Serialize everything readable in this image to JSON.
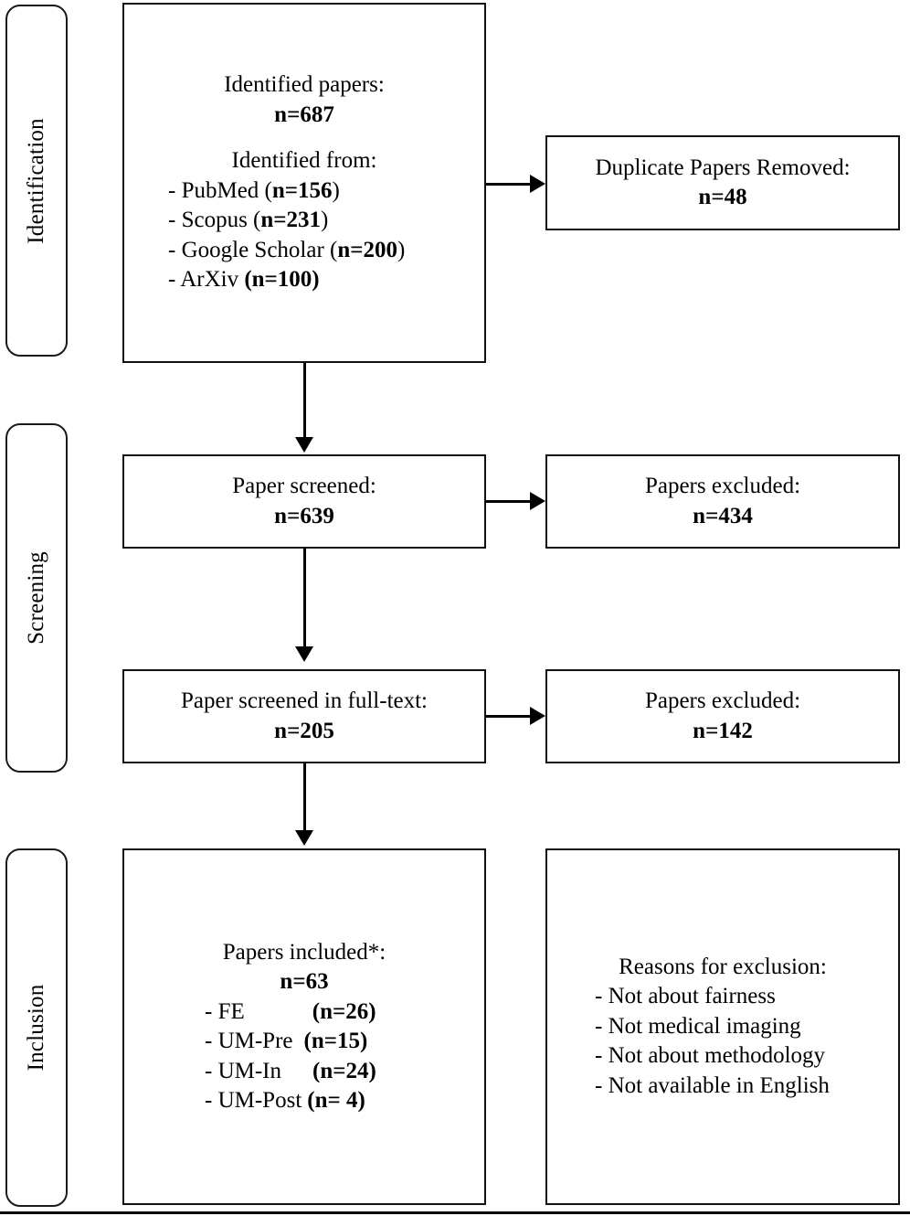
{
  "diagram": {
    "title": "PRISMA study selection flow diagram",
    "stages": [
      {
        "id": "identification",
        "label": "Identification"
      },
      {
        "id": "screening",
        "label": "Screening"
      },
      {
        "id": "inclusion",
        "label": "Inclusion"
      }
    ],
    "boxes": {
      "identified": {
        "name": "identified-papers-box",
        "heading": "Identified papers:",
        "count": "n=687",
        "sources_heading": "Identified from:",
        "sources": [
          {
            "label": "- PubMed (",
            "count": "n=156",
            "tail": ")"
          },
          {
            "label": "- Scopus (",
            "count": "n=231",
            "tail": ")"
          },
          {
            "label": "- Google Scholar (",
            "count": "n=200",
            "tail": ")"
          },
          {
            "label": "- ArXiv ",
            "count": "(n=100)",
            "tail": ""
          }
        ]
      },
      "duplicates": {
        "name": "duplicate-papers-removed-box",
        "heading": "Duplicate Papers Removed:",
        "count": "n=48"
      },
      "screened": {
        "name": "papers-screened-box",
        "heading": "Paper screened:",
        "count": "n=639"
      },
      "excluded_screened": {
        "name": "papers-excluded-screening-box",
        "heading": "Papers excluded:",
        "count": "n=434"
      },
      "fulltext": {
        "name": "papers-screened-fulltext-box",
        "heading": "Paper screened in full-text:",
        "count": "n=205"
      },
      "excluded_fulltext": {
        "name": "papers-excluded-fulltext-box",
        "heading": "Papers excluded:",
        "count": "n=142"
      },
      "included": {
        "name": "papers-included-box",
        "heading": "Papers included*:",
        "count": "n=63",
        "breakdown": [
          {
            "label": "- FE",
            "count": "(n=26)"
          },
          {
            "label": "- UM-Pre",
            "count": "(n=15)"
          },
          {
            "label": "- UM-In",
            "count": "(n=24)"
          },
          {
            "label": "- UM-Post",
            "count": "(n= 4)"
          }
        ]
      },
      "reasons": {
        "name": "reasons-for-exclusion-box",
        "heading": "Reasons for exclusion:",
        "items": [
          "- Not about fairness",
          "- Not medical imaging",
          "- Not about methodology",
          "- Not available in English"
        ]
      }
    },
    "colors": {
      "stroke": "#000000",
      "rail_stroke": "#1a1a1a",
      "background": "#ffffff"
    }
  },
  "chart_data": {
    "type": "diagram",
    "title": "PRISMA flow diagram of paper selection",
    "nodes": [
      {
        "id": "identified",
        "stage": "Identification",
        "label": "Identified papers",
        "value": 687
      },
      {
        "id": "pubmed",
        "stage": "Identification",
        "label": "PubMed",
        "value": 156
      },
      {
        "id": "scopus",
        "stage": "Identification",
        "label": "Scopus",
        "value": 231
      },
      {
        "id": "google_scholar",
        "stage": "Identification",
        "label": "Google Scholar",
        "value": 200
      },
      {
        "id": "arxiv",
        "stage": "Identification",
        "label": "ArXiv",
        "value": 100
      },
      {
        "id": "duplicates",
        "stage": "Identification",
        "label": "Duplicate Papers Removed",
        "value": 48
      },
      {
        "id": "screened",
        "stage": "Screening",
        "label": "Paper screened",
        "value": 639
      },
      {
        "id": "excluded_screened",
        "stage": "Screening",
        "label": "Papers excluded",
        "value": 434
      },
      {
        "id": "fulltext",
        "stage": "Screening",
        "label": "Paper screened in full-text",
        "value": 205
      },
      {
        "id": "excluded_fulltext",
        "stage": "Screening",
        "label": "Papers excluded",
        "value": 142
      },
      {
        "id": "included",
        "stage": "Inclusion",
        "label": "Papers included*",
        "value": 63
      },
      {
        "id": "fe",
        "stage": "Inclusion",
        "label": "FE",
        "value": 26
      },
      {
        "id": "um_pre",
        "stage": "Inclusion",
        "label": "UM-Pre",
        "value": 15
      },
      {
        "id": "um_in",
        "stage": "Inclusion",
        "label": "UM-In",
        "value": 24
      },
      {
        "id": "um_post",
        "stage": "Inclusion",
        "label": "UM-Post",
        "value": 4
      }
    ],
    "edges": [
      {
        "from": "identified",
        "to": "duplicates"
      },
      {
        "from": "identified",
        "to": "screened"
      },
      {
        "from": "screened",
        "to": "excluded_screened"
      },
      {
        "from": "screened",
        "to": "fulltext"
      },
      {
        "from": "fulltext",
        "to": "excluded_fulltext"
      },
      {
        "from": "fulltext",
        "to": "included"
      }
    ],
    "exclusion_reasons": [
      "Not about fairness",
      "Not medical imaging",
      "Not about methodology",
      "Not available in English"
    ]
  }
}
